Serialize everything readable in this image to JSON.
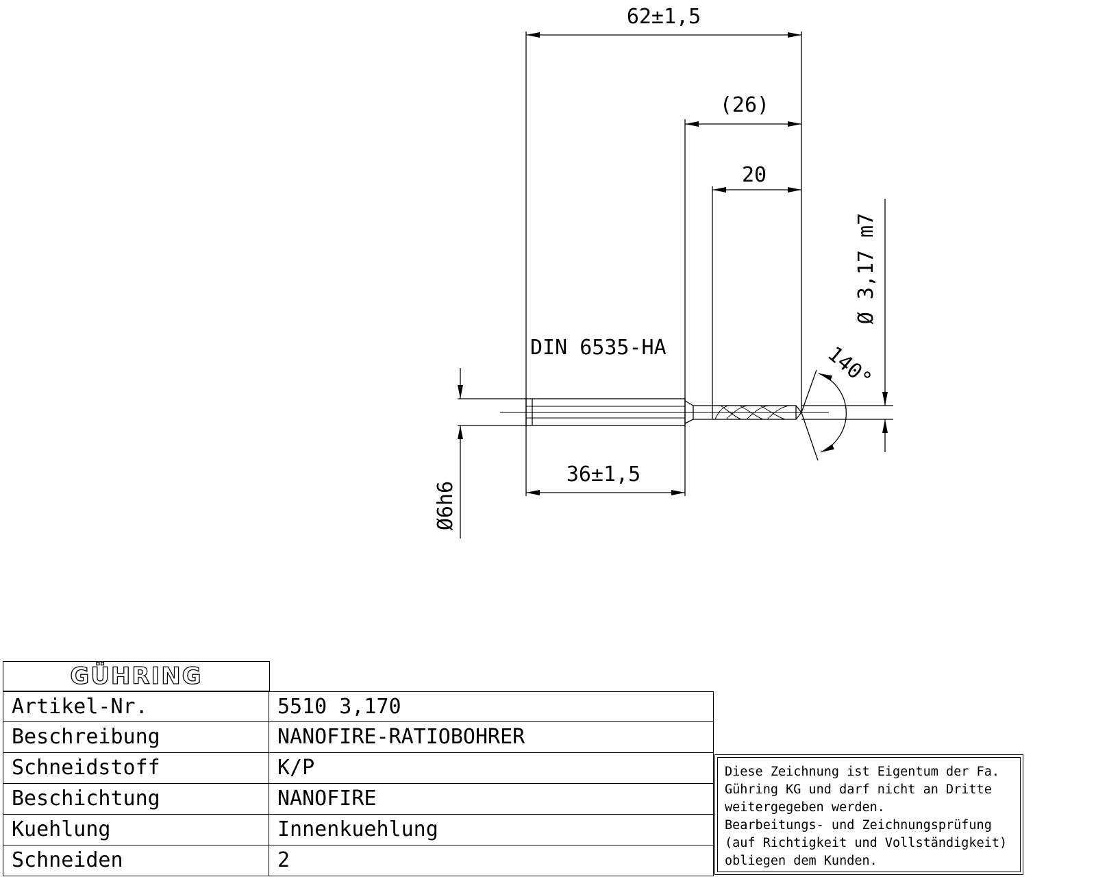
{
  "drawing": {
    "dimensions": {
      "overall_length": "62±1,5",
      "flute_length_ref": "(26)",
      "cutting_length": "20",
      "cutting_diameter": "Ø 3,17 m7",
      "standard": "DIN 6535-HA",
      "point_angle": "140°",
      "shank_length": "36±1,5",
      "shank_diameter": "Ø6h6"
    }
  },
  "title_block": {
    "logo": "GÜHRING",
    "rows": [
      {
        "label": "Artikel-Nr.",
        "value": "5510 3,170"
      },
      {
        "label": "Beschreibung",
        "value": "NANOFIRE-RATIOBOHRER"
      },
      {
        "label": "Schneidstoff",
        "value": "K/P"
      },
      {
        "label": "Beschichtung",
        "value": "NANOFIRE"
      },
      {
        "label": "Kuehlung",
        "value": "Innenkuehlung"
      },
      {
        "label": "Schneiden",
        "value": "2"
      }
    ]
  },
  "notice": {
    "lines": [
      "Diese Zeichnung ist Eigentum der Fa.",
      "Gühring KG und darf nicht an Dritte",
      "weitergegeben werden.",
      "Bearbeitungs- und Zeichnungsprüfung",
      "(auf Richtigkeit und Vollständigkeit)",
      "obliegen dem Kunden."
    ]
  }
}
